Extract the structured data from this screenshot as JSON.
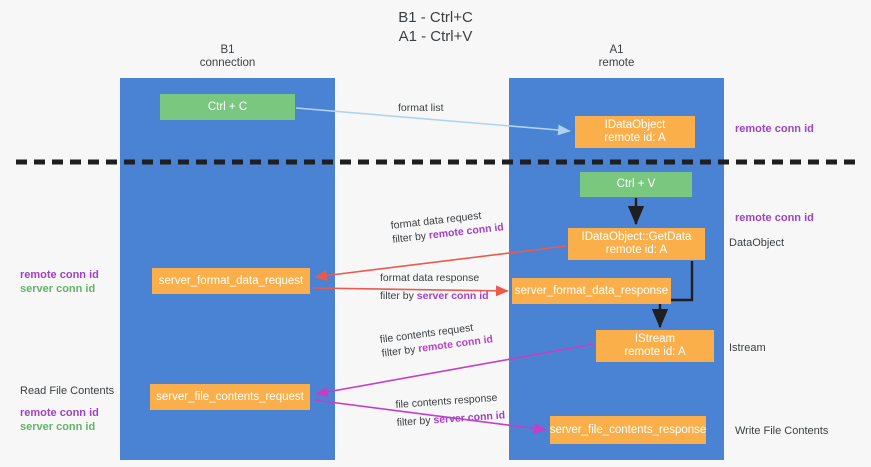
{
  "title": {
    "line1": "B1 - Ctrl+C",
    "line2": "A1 - Ctrl+V"
  },
  "lanes": [
    {
      "id": "b1",
      "name": "B1",
      "subtitle": "connection",
      "color": "#4b83d4"
    },
    {
      "id": "a1",
      "name": "A1",
      "subtitle": "remote",
      "color": "#4b83d4"
    }
  ],
  "colors": {
    "lane": "#4b83d4",
    "green_box": "#7ac87f",
    "orange_box": "#fbaf4b",
    "purple_text": "#a142c4",
    "green_text": "#63b36a",
    "magenta_arrow": "#c43fc4",
    "red_arrow": "#ea5a4d",
    "blue_arrow": "#aed3ef",
    "black_arrow": "#1f1f1f",
    "background": "#f7f7f7",
    "text": "#3c4043"
  },
  "boxes": {
    "ctrl_c": {
      "label": "Ctrl + C"
    },
    "idataobject": {
      "line1": "IDataObject",
      "line2": "remote id: A"
    },
    "ctrl_v": {
      "label": "Ctrl + V"
    },
    "getdata": {
      "line1": "IDataObject::GetData",
      "line2": "remote id: A"
    },
    "server_format_data_request": {
      "label": "server_format_data_request"
    },
    "server_format_data_response": {
      "label": "server_format_data_response"
    },
    "istream": {
      "line1": "IStream",
      "line2": "remote id: A"
    },
    "server_file_contents_request": {
      "label": "server_file_contents_request"
    },
    "server_file_contents_response": {
      "label": "server_file_contents_response"
    }
  },
  "edge_labels": {
    "format_list": {
      "text": "format list"
    },
    "format_data_request": {
      "line1": "format data request",
      "filter_prefix": "filter by ",
      "filter_key": "remote conn id"
    },
    "format_data_response": {
      "line1": "format data response",
      "filter_prefix": "filter by ",
      "filter_key": "server conn id"
    },
    "file_contents_request": {
      "line1": "file contents request",
      "filter_prefix": "filter by ",
      "filter_key": "remote conn id"
    },
    "file_contents_response": {
      "line1": "file contents response",
      "filter_prefix": "filter by ",
      "filter_key": "server conn id"
    }
  },
  "annotations": {
    "right": {
      "remote_conn_id_top": "remote conn id",
      "remote_conn_id_mid": "remote conn id",
      "dataobject": "DataObject",
      "istream": "Istream",
      "write_file_contents": "Write File Contents"
    },
    "left": {
      "group1": {
        "remote": "remote conn id",
        "server": "server conn id"
      },
      "group2": {
        "heading": "Read File Contents",
        "remote": "remote conn id",
        "server": "server conn id"
      }
    }
  },
  "divider": {
    "style": "dashed",
    "color": "#1f1f1f"
  }
}
